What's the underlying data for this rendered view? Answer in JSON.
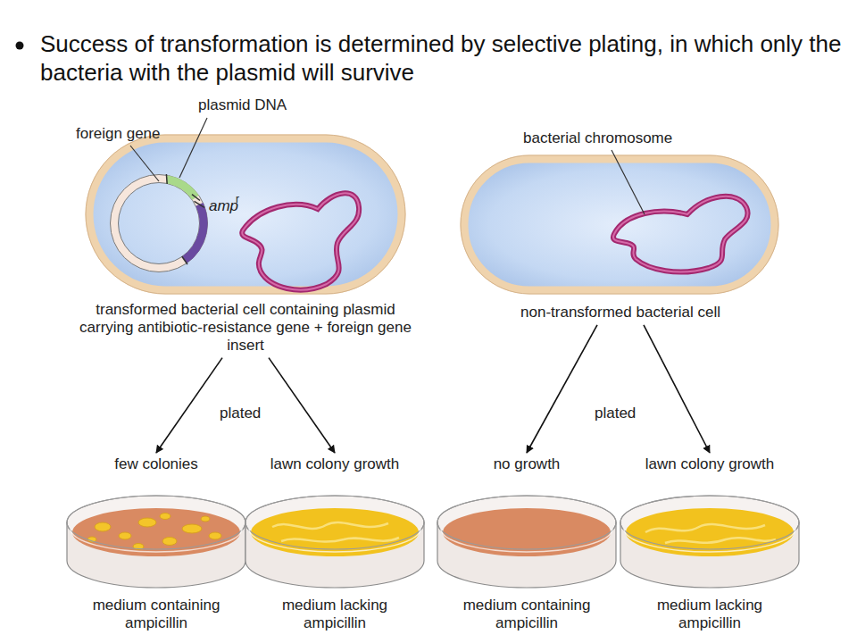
{
  "diagram": {
    "title": "Success of transformation is determined by selective plating, in which only the bacteria with the plasmid will survive",
    "nodes": [
      {
        "text": [
          "transformed bacterial cell containing plasmid carrying antibiotic-resistance gene + foreign gene insert"
        ]
      },
      {
        "text": [
          "non-transformed bacterial cell"
        ]
      },
      {
        "text": [
          "few colonies",
          "medium containing ampicillin"
        ]
      },
      {
        "text": [
          "lawn colony growth",
          "medium lacking ampicillin"
        ]
      },
      {
        "text": [
          "no growth",
          "medium containing ampicillin"
        ]
      },
      {
        "text": [
          "lawn colony growth",
          "medium lacking ampicillin"
        ]
      }
    ],
    "edges": [
      {
        "from": 0,
        "to": 2,
        "arrow": "to"
      },
      {
        "from": 0,
        "to": 3,
        "arrow": "to"
      },
      {
        "from": 1,
        "to": 4,
        "arrow": "to"
      },
      {
        "from": 1,
        "to": 5,
        "arrow": "to"
      }
    ],
    "labels": [
      "plasmid DNA",
      "foreign gene",
      "amp",
      "r",
      "bacterial chromosome",
      "plated",
      "plated"
    ]
  }
}
